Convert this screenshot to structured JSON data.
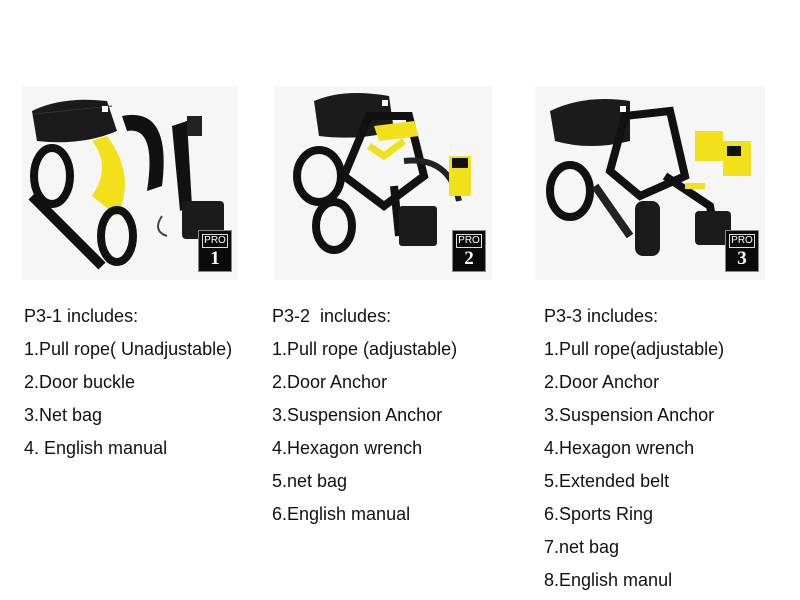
{
  "products": [
    {
      "badge": {
        "pro": "PRO",
        "num": "1"
      },
      "title": "P3-1 includes:",
      "items": [
        "1.Pull rope( Unadjustable)",
        "2.Door buckle",
        "3.Net bag",
        "4. English manual"
      ]
    },
    {
      "badge": {
        "pro": "PRO",
        "num": "2"
      },
      "title": "P3-2  includes:",
      "items": [
        "1.Pull rope (adjustable)",
        "2.Door Anchor",
        "3.Suspension Anchor",
        "4.Hexagon wrench",
        "5.net bag",
        "6.English manual"
      ]
    },
    {
      "badge": {
        "pro": "PRO",
        "num": "3"
      },
      "title": "P3-3 includes:",
      "items": [
        "1.Pull rope(adjustable)",
        "2.Door Anchor",
        "3.Suspension Anchor",
        "4.Hexagon wrench",
        "5.Extended belt",
        "6.Sports Ring",
        "7.net bag",
        "8.English manul"
      ]
    }
  ],
  "colors": {
    "strap": "#111111",
    "accent": "#f2e01a",
    "bag": "#1b1b1b"
  }
}
